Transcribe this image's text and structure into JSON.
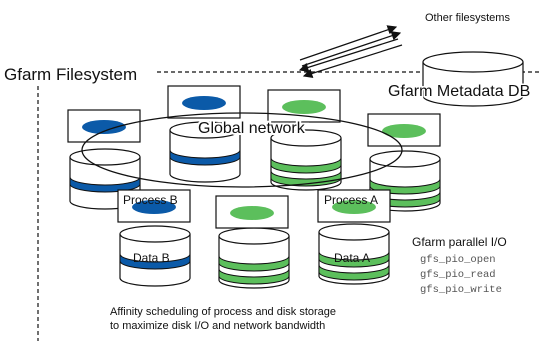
{
  "diagram": {
    "title": "Gfarm Filesystem",
    "other_filesystems": "Other filesystems",
    "metadata_db": "Gfarm Metadata DB",
    "global_network": "Global network",
    "process_b": "Process B",
    "process_a": "Process A",
    "data_b": "Data B",
    "data_a": "Data A",
    "parallel_io": {
      "title": "Gfarm parallel I/O",
      "functions": [
        "gfs_pio_open",
        "gfs_pio_read",
        "gfs_pio_write"
      ]
    },
    "caption_line1": "Affinity scheduling of process and disk storage",
    "caption_line2": "to maximize disk I/O and network bandwidth",
    "colors": {
      "blue": "#0b5aa8",
      "green": "#5cbf5c",
      "outline": "#111111"
    }
  }
}
